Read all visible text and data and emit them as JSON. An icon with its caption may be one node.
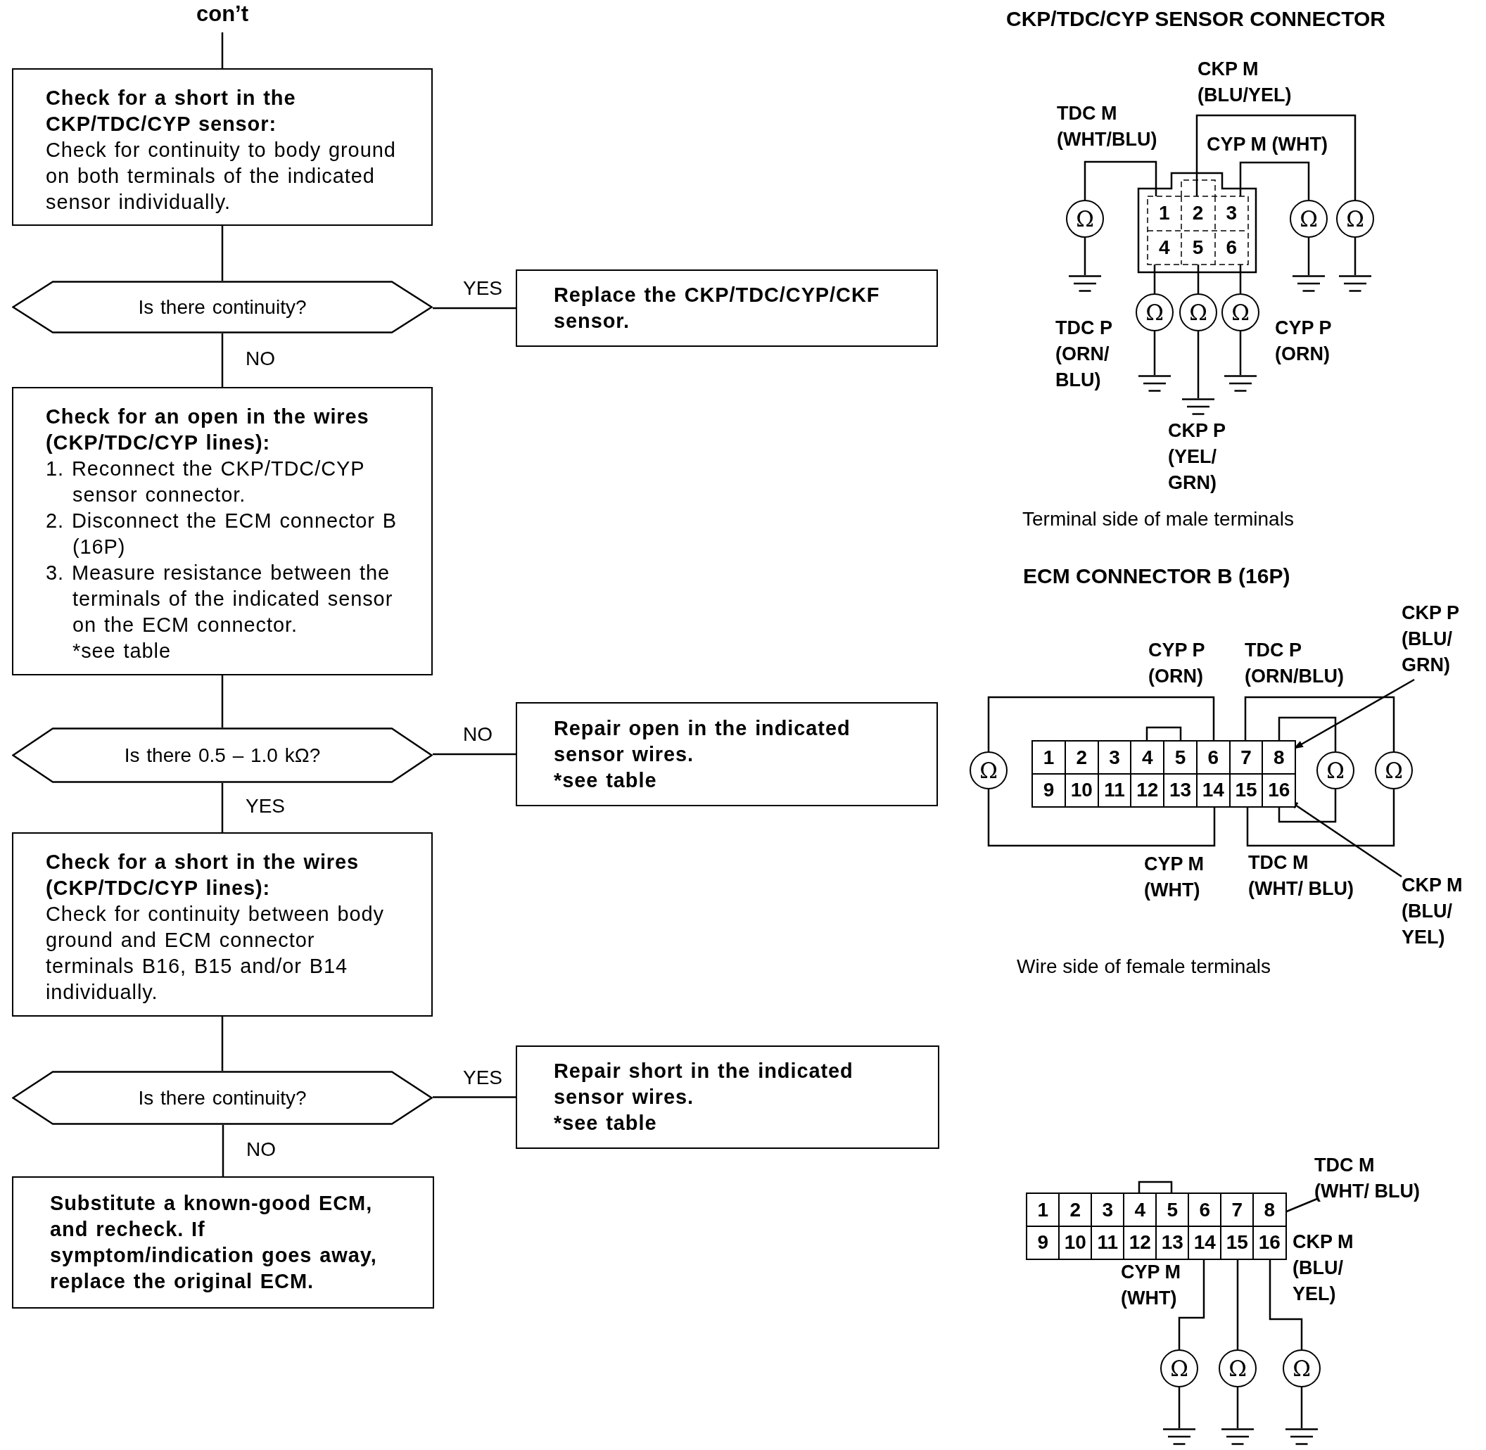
{
  "diagram": {
    "nodes": [
      {
        "text": [
          "con’t"
        ]
      },
      {
        "text": [
          "Check for a short in the CKP/TDC/CYP sensor:",
          "Check for continuity to body ground on both terminals of the indicated sensor individually."
        ]
      },
      {
        "text": [
          "Is there continuity?"
        ]
      },
      {
        "text": [
          "Replace the CKP/TDC/CYP/CKF sensor."
        ]
      },
      {
        "text": [
          "Check for an open in the wires (CKP/TDC/CYP lines):",
          "1. Reconnect the CKP/TDC/CYP sensor connector.",
          "2. Disconnect the ECM connector B (16P)",
          "3. Measure resistance between the terminals of the indicated sensor on the ECM connector.",
          "*see table"
        ]
      },
      {
        "text": [
          "Is there 0.5 – 1.0 kΩ?"
        ]
      },
      {
        "text": [
          "Repair open in the indicated sensor wires.",
          "*see table"
        ]
      },
      {
        "text": [
          "Check for a short in the wires (CKP/TDC/CYP lines):",
          "Check for continuity between body ground and ECM connector terminals B16, B15 and/or B14 individually."
        ]
      },
      {
        "text": [
          "Is there continuity?"
        ]
      },
      {
        "text": [
          "Repair short in the indicated sensor wires.",
          "*see table"
        ]
      },
      {
        "text": [
          "Substitute a known-good ECM, and recheck. If symptom/indication goes away, replace the original ECM."
        ]
      },
      {
        "text": [
          "1"
        ]
      },
      {
        "text": [
          "2"
        ]
      },
      {
        "text": [
          "3"
        ]
      },
      {
        "text": [
          "4"
        ]
      },
      {
        "text": [
          "5"
        ]
      },
      {
        "text": [
          "6"
        ]
      },
      {
        "text": [
          "Ω"
        ]
      },
      {
        "text": [
          "Ω"
        ]
      },
      {
        "text": [
          "Ω"
        ]
      },
      {
        "text": [
          "Ω"
        ]
      },
      {
        "text": [
          "Ω"
        ]
      },
      {
        "text": [
          "Ω"
        ]
      },
      {
        "text": [],
        "shape": "ground"
      },
      {
        "text": [],
        "shape": "ground"
      },
      {
        "text": [],
        "shape": "ground"
      },
      {
        "text": [],
        "shape": "ground"
      },
      {
        "text": [],
        "shape": "ground"
      },
      {
        "text": [],
        "shape": "ground"
      },
      {
        "text": [
          "1"
        ]
      },
      {
        "text": [
          "2"
        ]
      },
      {
        "text": [
          "3"
        ]
      },
      {
        "text": [
          "4"
        ]
      },
      {
        "text": [
          "5"
        ]
      },
      {
        "text": [
          "6"
        ]
      },
      {
        "text": [
          "7"
        ]
      },
      {
        "text": [
          "8"
        ]
      },
      {
        "text": [
          "9"
        ]
      },
      {
        "text": [
          "10"
        ]
      },
      {
        "text": [
          "11"
        ]
      },
      {
        "text": [
          "12"
        ]
      },
      {
        "text": [
          "13"
        ]
      },
      {
        "text": [
          "14"
        ]
      },
      {
        "text": [
          "15"
        ]
      },
      {
        "text": [
          "16"
        ]
      },
      {
        "text": [
          "Ω"
        ]
      },
      {
        "text": [
          "Ω"
        ]
      },
      {
        "text": [
          "Ω"
        ]
      },
      {
        "text": [
          "CKP P (BLU/ GRN)"
        ]
      },
      {
        "text": [
          "CKP M (BLU/ YEL)"
        ]
      },
      {
        "text": [
          "1"
        ]
      },
      {
        "text": [
          "2"
        ]
      },
      {
        "text": [
          "3"
        ]
      },
      {
        "text": [
          "4"
        ]
      },
      {
        "text": [
          "5"
        ]
      },
      {
        "text": [
          "6"
        ]
      },
      {
        "text": [
          "7"
        ]
      },
      {
        "text": [
          "8"
        ]
      },
      {
        "text": [
          "9"
        ]
      },
      {
        "text": [
          "10"
        ]
      },
      {
        "text": [
          "11"
        ]
      },
      {
        "text": [
          "12"
        ]
      },
      {
        "text": [
          "13"
        ]
      },
      {
        "text": [
          "14"
        ]
      },
      {
        "text": [
          "15"
        ]
      },
      {
        "text": [
          "16"
        ]
      },
      {
        "text": [
          "Ω"
        ]
      },
      {
        "text": [
          "Ω"
        ]
      },
      {
        "text": [
          "Ω"
        ]
      },
      {
        "text": [],
        "shape": "ground"
      },
      {
        "text": [],
        "shape": "ground"
      },
      {
        "text": [],
        "shape": "ground"
      },
      {
        "text": [
          "TDC M (WHT/ BLU)"
        ]
      }
    ],
    "edges": [
      {
        "from": 0,
        "to": 1,
        "arrow": "none"
      },
      {
        "from": 1,
        "to": 2,
        "arrow": "none"
      },
      {
        "from": 2,
        "to": 3,
        "arrow": "none",
        "label": "YES"
      },
      {
        "from": 2,
        "to": 4,
        "arrow": "none",
        "label": "NO"
      },
      {
        "from": 4,
        "to": 5,
        "arrow": "none"
      },
      {
        "from": 5,
        "to": 6,
        "arrow": "none",
        "label": "NO"
      },
      {
        "from": 5,
        "to": 7,
        "arrow": "none",
        "label": "YES"
      },
      {
        "from": 7,
        "to": 8,
        "arrow": "none"
      },
      {
        "from": 8,
        "to": 9,
        "arrow": "none",
        "label": "YES"
      },
      {
        "from": 8,
        "to": 10,
        "arrow": "none",
        "label": "NO"
      },
      {
        "from": 11,
        "to": 17,
        "arrow": "none"
      },
      {
        "from": 12,
        "to": 19,
        "arrow": "none"
      },
      {
        "from": 13,
        "to": 18,
        "arrow": "none"
      },
      {
        "from": 14,
        "to": 20,
        "arrow": "none"
      },
      {
        "from": 15,
        "to": 21,
        "arrow": "none"
      },
      {
        "from": 16,
        "to": 22,
        "arrow": "none"
      },
      {
        "from": 17,
        "to": 23,
        "arrow": "none"
      },
      {
        "from": 18,
        "to": 24,
        "arrow": "none"
      },
      {
        "from": 19,
        "to": 25,
        "arrow": "none"
      },
      {
        "from": 20,
        "to": 26,
        "arrow": "none"
      },
      {
        "from": 21,
        "to": 27,
        "arrow": "none"
      },
      {
        "from": 22,
        "to": 28,
        "arrow": "none"
      },
      {
        "from": 48,
        "to": 36,
        "arrow": "to"
      },
      {
        "from": 34,
        "to": 45,
        "arrow": "none"
      },
      {
        "from": 42,
        "to": 45,
        "arrow": "none"
      },
      {
        "from": 35,
        "to": 47,
        "arrow": "none"
      },
      {
        "from": 43,
        "to": 47,
        "arrow": "none"
      },
      {
        "from": 36,
        "to": 46,
        "arrow": "none"
      },
      {
        "from": 44,
        "to": 46,
        "arrow": "none"
      },
      {
        "from": 49,
        "to": 44,
        "arrow": "to"
      },
      {
        "from": 72,
        "to": 64,
        "arrow": "to"
      },
      {
        "from": 63,
        "to": 66,
        "arrow": "none"
      },
      {
        "from": 64,
        "to": 67,
        "arrow": "none"
      },
      {
        "from": 65,
        "to": 68,
        "arrow": "none"
      },
      {
        "from": 66,
        "to": 69,
        "arrow": "none"
      },
      {
        "from": 67,
        "to": 70,
        "arrow": "none"
      },
      {
        "from": 68,
        "to": 71,
        "arrow": "none"
      }
    ],
    "labels": [
      "CKP/TDC/CYP SENSOR CONNECTOR",
      "CKP M (BLU/YEL)",
      "TDC M (WHT/BLU)",
      "CYP M (WHT)",
      "TDC P (ORN/ BLU)",
      "CYP P (ORN)",
      "CKP P (YEL/ GRN)",
      "Terminal side of male terminals",
      "ECM CONNECTOR B (16P)",
      "CYP P (ORN)",
      "TDC P (ORN/BLU)",
      "CYP M (WHT)",
      "TDC M (WHT/ BLU)",
      "Wire side of female terminals",
      "CYP M (WHT)",
      "CKP M (BLU/ YEL)"
    ]
  }
}
